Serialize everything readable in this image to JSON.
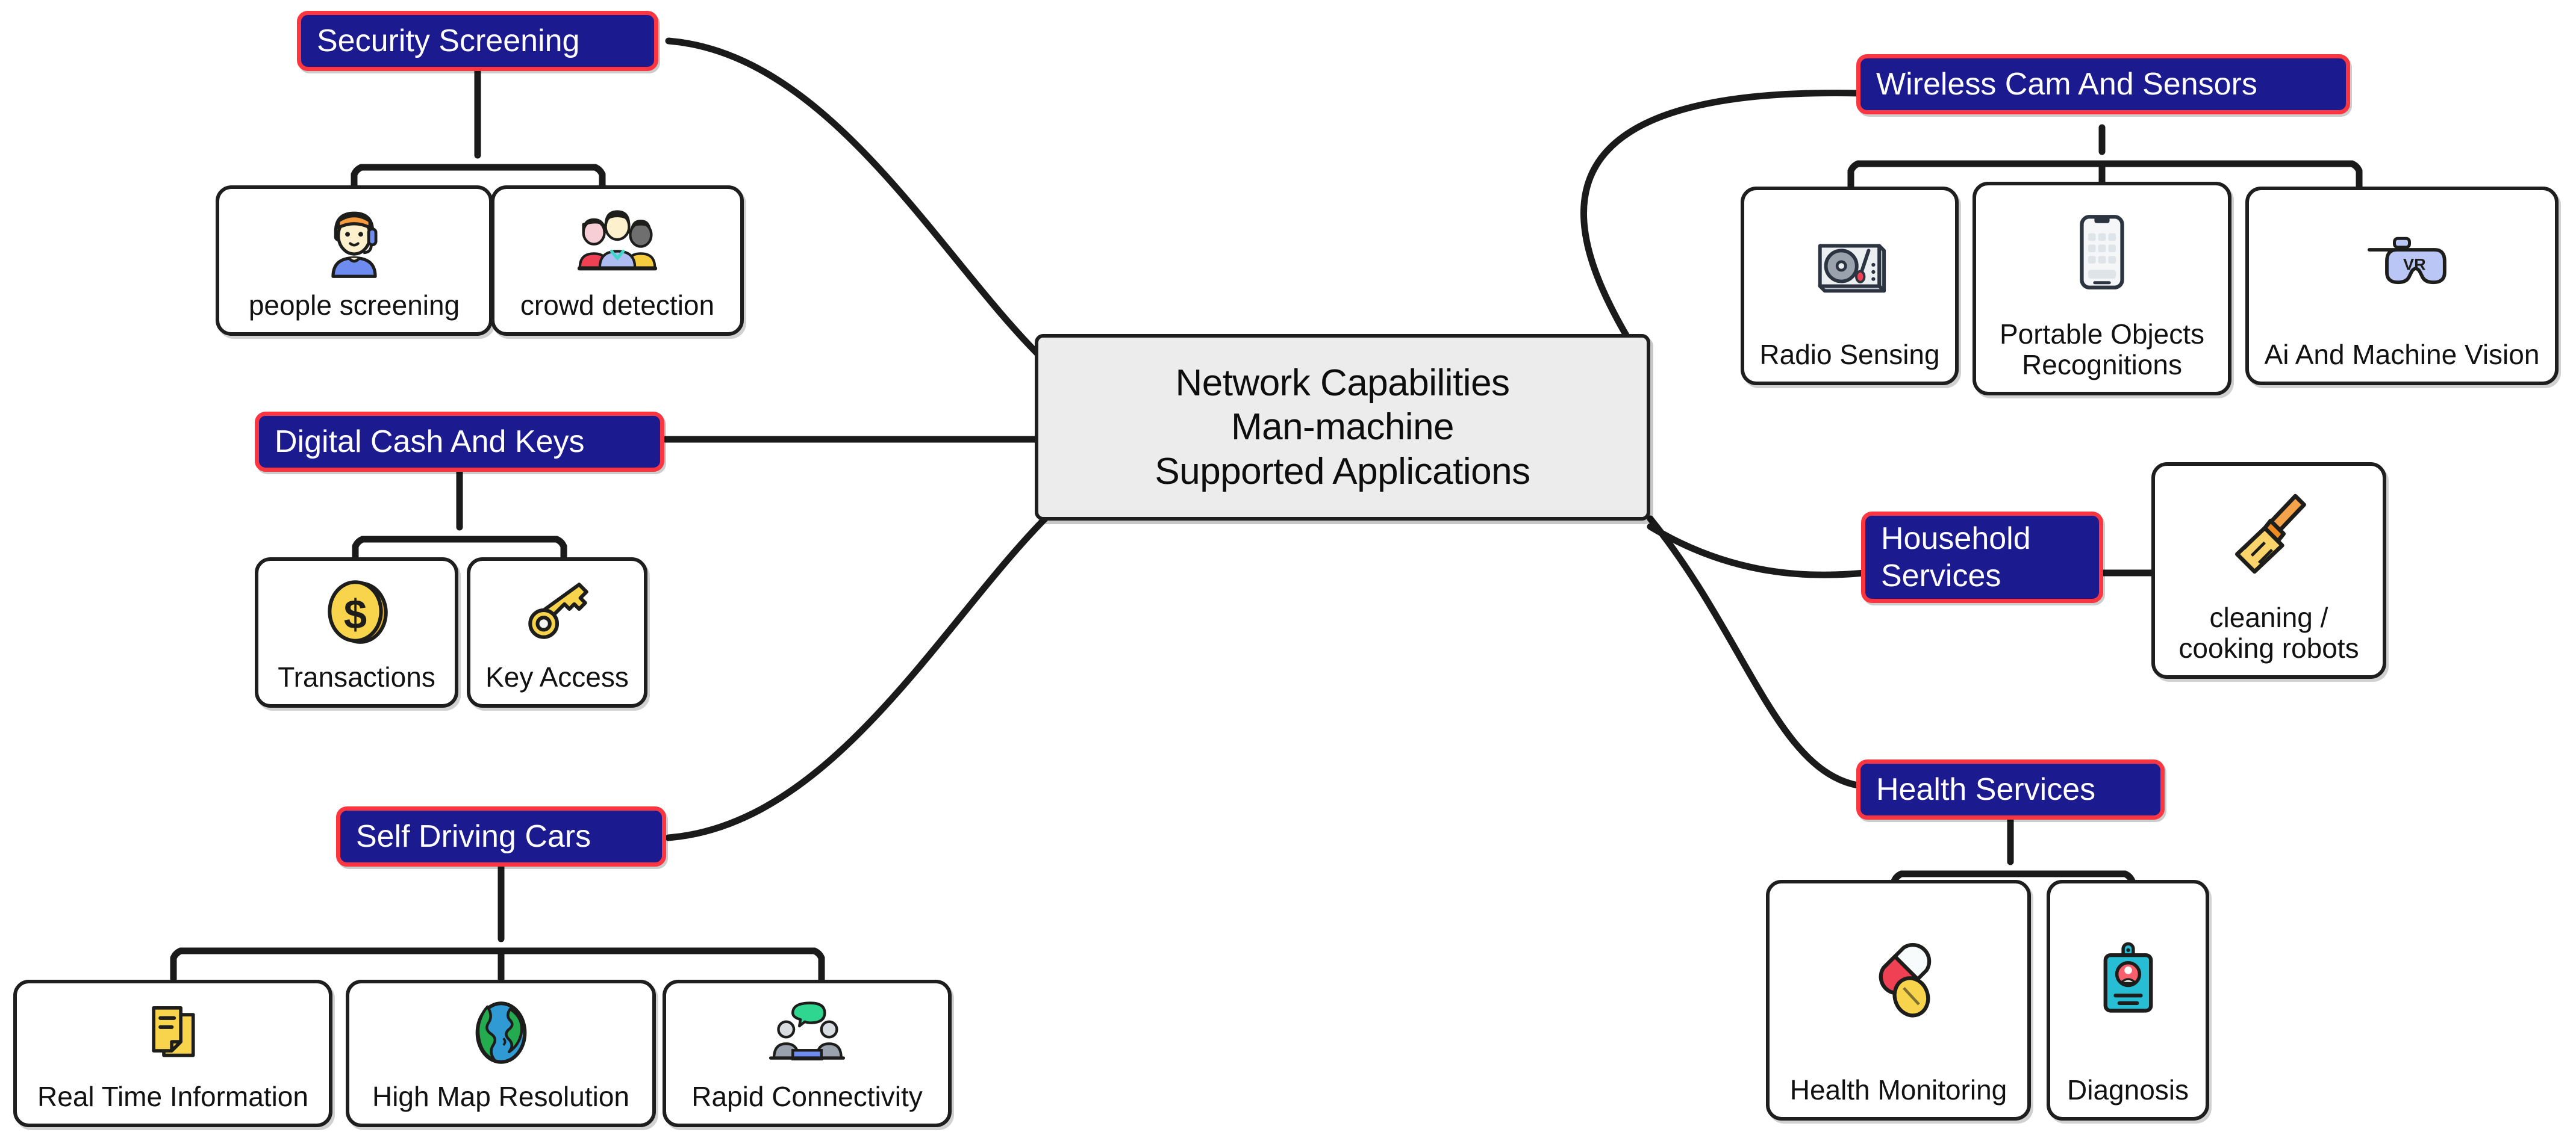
{
  "diagram": {
    "type": "mind-map",
    "background": "#ffffff",
    "colors": {
      "root_fill": "#ececec",
      "root_border": "#1e1e1e",
      "branch_fill": "#1b1b8f",
      "branch_border": "#fb3640",
      "branch_text": "#ffffff",
      "leaf_fill": "#ffffff",
      "leaf_border": "#1e1e1e",
      "leaf_text": "#111111",
      "edge": "#1a1a1a"
    },
    "root": {
      "lines": [
        "Network Capabilities",
        "Man-machine",
        "Supported Applications"
      ],
      "line1": "Network Capabilities",
      "line2": "Man-machine",
      "line3": "Supported Applications"
    },
    "branches": [
      {
        "id": "security-screening",
        "label": "Security Screening",
        "side": "left",
        "children": [
          {
            "id": "people-screening",
            "label": "people screening",
            "icon": "person-headset-icon"
          },
          {
            "id": "crowd-detection",
            "label": "crowd detection",
            "icon": "crowd-group-icon"
          }
        ]
      },
      {
        "id": "digital-cash-and-keys",
        "label": "Digital Cash And Keys",
        "side": "left",
        "children": [
          {
            "id": "transactions",
            "label": "Transactions",
            "icon": "dollar-coin-icon"
          },
          {
            "id": "key-access",
            "label": "Key Access",
            "icon": "key-icon"
          }
        ]
      },
      {
        "id": "self-driving-cars",
        "label": "Self Driving Cars",
        "side": "left",
        "children": [
          {
            "id": "real-time-information",
            "label": "Real Time Information",
            "icon": "documents-icon"
          },
          {
            "id": "high-map-resolution",
            "label": "High Map Resolution",
            "icon": "globe-icon"
          },
          {
            "id": "rapid-connectivity",
            "label": "Rapid Connectivity",
            "icon": "people-chat-icon"
          }
        ]
      },
      {
        "id": "wireless-cam-and-sensors",
        "label": "Wireless Cam And  Sensors",
        "side": "right",
        "children": [
          {
            "id": "radio-sensing",
            "label": "Radio Sensing",
            "icon": "turntable-icon"
          },
          {
            "id": "portable-objects-recognitions",
            "label": "Portable Objects\nRecognitions",
            "icon": "smartphone-icon"
          },
          {
            "id": "ai-and-machine-vision",
            "label": "Ai And Machine Vision",
            "icon": "vr-headset-icon"
          }
        ]
      },
      {
        "id": "household-services",
        "label": "Household\nServices",
        "side": "right",
        "children": [
          {
            "id": "cleaning-cooking-robots",
            "label": "cleaning /\ncooking robots",
            "icon": "broom-icon"
          }
        ]
      },
      {
        "id": "health-services",
        "label": "Health Services",
        "side": "right",
        "children": [
          {
            "id": "health-monitoring",
            "label": "Health Monitoring",
            "icon": "pills-icon"
          },
          {
            "id": "diagnosis",
            "label": "Diagnosis",
            "icon": "id-badge-icon"
          }
        ]
      }
    ]
  }
}
